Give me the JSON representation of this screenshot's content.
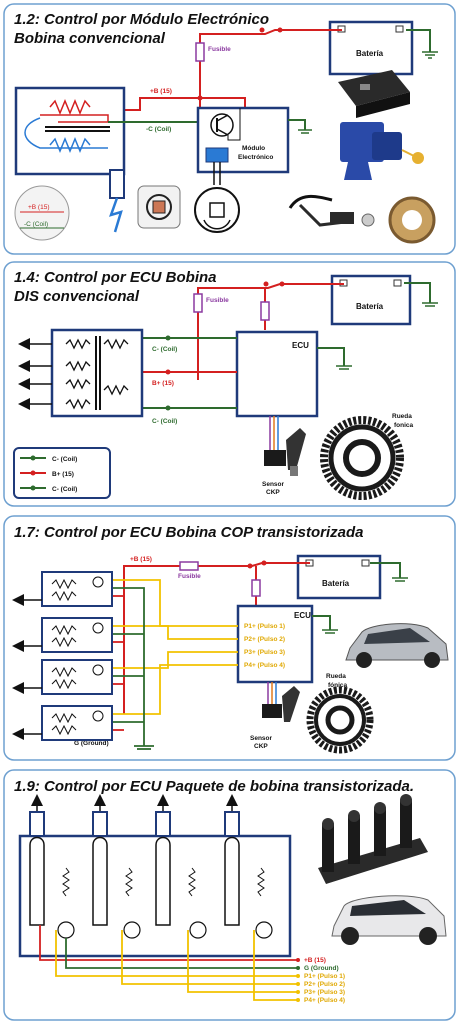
{
  "panels": {
    "p1": {
      "title_line1": "1.2: Control por Módulo Electrónico",
      "title_line2": "Bobina convencional",
      "fusible": "Fusible",
      "bateria": "Batería",
      "b15": "+B (15)",
      "c_coil": "-C (Coil)",
      "modulo_line1": "Módulo",
      "modulo_line2": "Electrónico",
      "legend_b15": "+B (15)",
      "legend_c": "-C (Coil)"
    },
    "p2": {
      "title_line1": "1.4: Control por ECU Bobina",
      "title_line2": "DIS convencional",
      "fusible": "Fusible",
      "bateria": "Batería",
      "ecu": "ECU",
      "c_coil_top": "C- (Coil)",
      "b15": "B+ (15)",
      "c_coil_bottom": "C- (Coil)",
      "rueda_line1": "Rueda",
      "rueda_line2": "fonica",
      "sensor_line1": "Sensor",
      "sensor_line2": "CKP",
      "legend": [
        "C- (Coil)",
        "B+ (15)",
        "C- (Coil)"
      ]
    },
    "p3": {
      "title": "1.7: Control por ECU Bobina COP transistorizada",
      "b15": "+B (15)",
      "fusible": "Fusible",
      "bateria": "Batería",
      "ecu": "ECU",
      "pulses": [
        "P1+ (Pulso 1)",
        "P2+ (Pulso 2)",
        "P3+ (Pulso 3)",
        "P4+ (Pulso 4)"
      ],
      "ground": "G (Ground)",
      "rueda_line1": "Rueda",
      "rueda_line2": "fónica",
      "sensor_line1": "Sensor",
      "sensor_line2": "CKP"
    },
    "p4": {
      "title": "1.9: Control por ECU Paquete de bobina transistorizada.",
      "labels": [
        "+B (15)",
        "G (Ground)",
        "P1+ (Pulso 1)",
        "P2+ (Pulso 2)",
        "P3+ (Pulso 3)",
        "P4+ (Pulso 4)"
      ]
    }
  },
  "colors": {
    "frame": "#1f3a7a",
    "red": "#d42020",
    "green": "#2e6b2e",
    "yellow": "#f2c200",
    "blue": "#2a7ad4",
    "purple": "#8b3aa0"
  }
}
